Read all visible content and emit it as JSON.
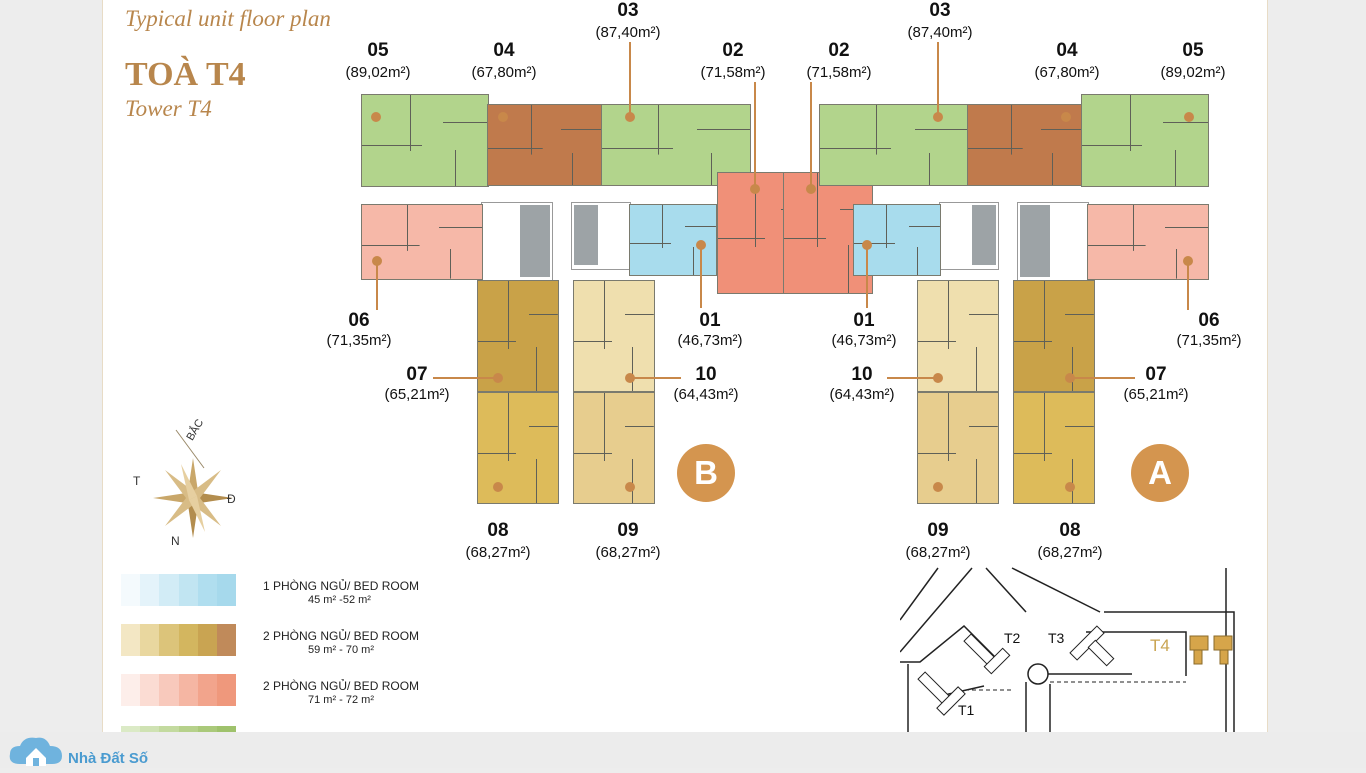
{
  "header": {
    "subtitle": "Typical unit floor plan",
    "title": "TOÀ T4",
    "tower": "Tower T4"
  },
  "wings": {
    "left": "B",
    "right": "A"
  },
  "units": [
    {
      "id": "u05L",
      "num": "05",
      "area": "(89,02m²)",
      "type": "green"
    },
    {
      "id": "u04L",
      "num": "04",
      "area": "(67,80m²)",
      "type": "brown"
    },
    {
      "id": "u03L",
      "num": "03",
      "area": "(87,40m²)",
      "type": "green"
    },
    {
      "id": "u02L",
      "num": "02",
      "area": "(71,58m²)",
      "type": "salmon"
    },
    {
      "id": "u02R",
      "num": "02",
      "area": "(71,58m²)",
      "type": "salmon"
    },
    {
      "id": "u03R",
      "num": "03",
      "area": "(87,40m²)",
      "type": "green"
    },
    {
      "id": "u04R",
      "num": "04",
      "area": "(67,80m²)",
      "type": "brown"
    },
    {
      "id": "u05R",
      "num": "05",
      "area": "(89,02m²)",
      "type": "green"
    },
    {
      "id": "u06L",
      "num": "06",
      "area": "(71,35m²)",
      "type": "pink"
    },
    {
      "id": "u01L",
      "num": "01",
      "area": "(46,73m²)",
      "type": "blue"
    },
    {
      "id": "u01R",
      "num": "01",
      "area": "(46,73m²)",
      "type": "blue"
    },
    {
      "id": "u06R",
      "num": "06",
      "area": "(71,35m²)",
      "type": "pink"
    },
    {
      "id": "u07L",
      "num": "07",
      "area": "(65,21m²)",
      "type": "ochre"
    },
    {
      "id": "u10L",
      "num": "10",
      "area": "(64,43m²)",
      "type": "beige"
    },
    {
      "id": "u10R",
      "num": "10",
      "area": "(64,43m²)",
      "type": "beige"
    },
    {
      "id": "u07R",
      "num": "07",
      "area": "(65,21m²)",
      "type": "ochre"
    },
    {
      "id": "u08L",
      "num": "08",
      "area": "(68,27m²)",
      "type": "gold"
    },
    {
      "id": "u09L",
      "num": "09",
      "area": "(68,27m²)",
      "type": "tan"
    },
    {
      "id": "u09R",
      "num": "09",
      "area": "(68,27m²)",
      "type": "tan"
    },
    {
      "id": "u08R",
      "num": "08",
      "area": "(68,27m²)",
      "type": "gold"
    }
  ],
  "compass": {
    "north": "BẮC",
    "west": "T",
    "east": "Đ",
    "south": "N"
  },
  "legend": [
    {
      "line1": "1 PHÒNG NGỦ/ BED ROOM",
      "line2": "45 m² -52 m²",
      "colors": [
        "#f4fafd",
        "#e4f3fa",
        "#d2ecf6",
        "#c1e5f2",
        "#b0deef",
        "#a6d9ec"
      ]
    },
    {
      "line1": "2 PHÒNG NGỦ/ BED ROOM",
      "line2": "59 m² - 70 m²",
      "colors": [
        "#f3e7c4",
        "#e9d79f",
        "#dcc47a",
        "#d3b65f",
        "#c9a452",
        "#c08a5a"
      ]
    },
    {
      "line1": "2 PHÒNG NGỦ/ BED ROOM",
      "line2": "71 m² - 72 m²",
      "colors": [
        "#fdeeea",
        "#fbdcd3",
        "#f8c9bc",
        "#f5b6a3",
        "#f2a48c",
        "#ef987c"
      ]
    },
    {
      "line1": "",
      "line2": "",
      "colors": [
        "#dbeac6",
        "#cfe2b3",
        "#c3da9f",
        "#b6d18b",
        "#aac97a",
        "#9fc26c"
      ]
    }
  ],
  "site_plan": {
    "towers": [
      "T1",
      "T2",
      "T3",
      "T4"
    ]
  },
  "colors": {
    "green": "#b2d48c",
    "brown": "#c07a4c",
    "salmon": "#f09078",
    "pink": "#f6b8a8",
    "blue": "#a8dced",
    "ochre": "#c9a248",
    "beige": "#efdfae",
    "gold": "#ddbb5a",
    "tan": "#e7cd8e",
    "accent": "#c8884a"
  },
  "watermark": "Nhà Đất Số"
}
